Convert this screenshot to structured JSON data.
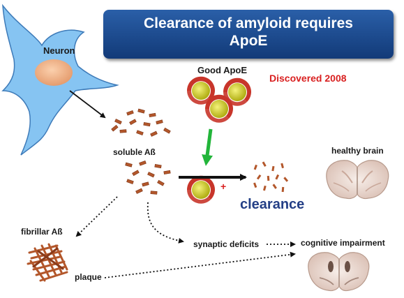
{
  "title": "Clearance of amyloid requires\nApoE",
  "labels": {
    "neuron": "Neuron",
    "good_apoe": "Good ApoE",
    "discovered": "Discovered 2008",
    "soluble_ab": "soluble Aß",
    "healthy_brain": "healthy brain",
    "clearance": "clearance",
    "fibrillar_ab": "fibrillar Aß",
    "synaptic_deficits": "synaptic deficits",
    "cognitive_impairment": "cognitive impairment",
    "plaque": "plaque",
    "plus_sign": "+"
  },
  "colors": {
    "title_bg": "#1f4f96",
    "neuron_fill": "#86c4f2",
    "nucleus_fill": "#f2b58c",
    "discovered_text": "#d92020",
    "clearance_text": "#243f86",
    "green_arrow": "#22b53a",
    "apoe_red": "#c8352a",
    "apoe_yellow": "#d6d425",
    "peptide": "#b3572b"
  }
}
